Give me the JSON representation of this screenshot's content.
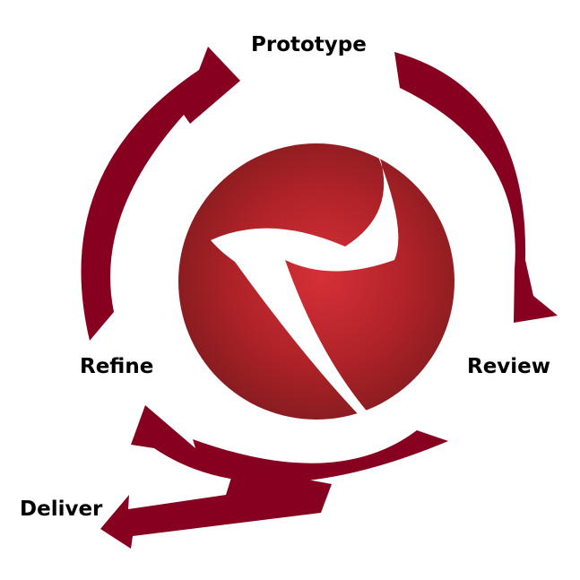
{
  "diagram": {
    "steps": [
      {
        "label": "Prototype"
      },
      {
        "label": "Review"
      },
      {
        "label": "Refine"
      },
      {
        "label": "Deliver"
      }
    ],
    "colors": {
      "arrow": "#880020",
      "sphere_light": "#d63038",
      "sphere_dark": "#7c1a1e",
      "logo_mark": "#ffffff",
      "text": "#000000"
    },
    "logo_icon": "stylized-n-swoosh-icon"
  }
}
